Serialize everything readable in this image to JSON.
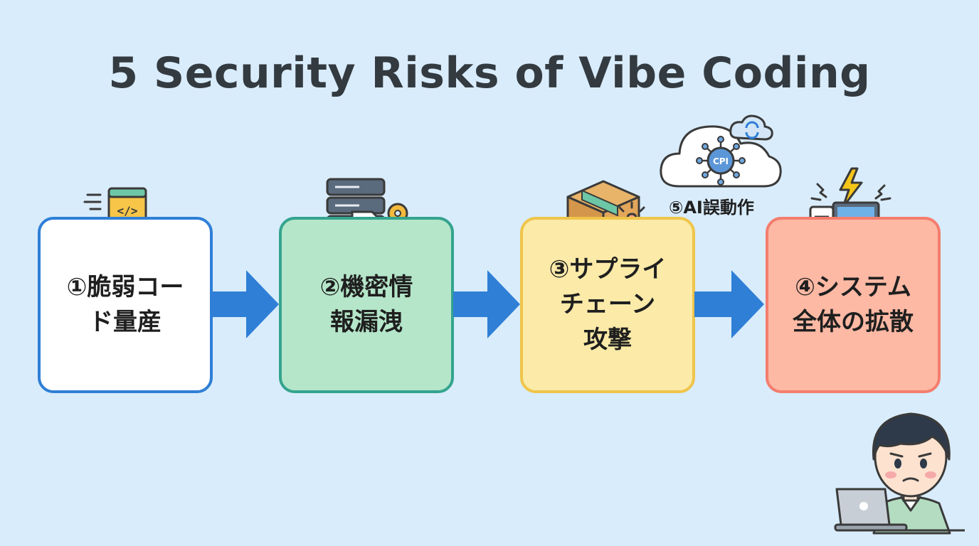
{
  "title": "5 Security Risks of Vibe Coding",
  "steps": [
    {
      "label": "①脆弱コー\nド量産",
      "icon": "code-conveyor-icon"
    },
    {
      "label": "②機密情\n報漏洩",
      "icon": "server-key-icon"
    },
    {
      "label": "③サプライ\nチェーン\n攻撃",
      "icon": "code-package-icon"
    },
    {
      "label": "④システム\n全体の拡散",
      "icon": "compromised-computer-icon"
    }
  ],
  "side_step": {
    "label": "⑤AI誤動作",
    "badge": "CPI",
    "icon": "cloud-ai-icon"
  },
  "colors": {
    "step1_border": "#2f7fd6",
    "step2_fill": "#b5e6c9",
    "step3_fill": "#fbeaa8",
    "step4_fill": "#fdb9a4",
    "arrow": "#2f7fd6"
  }
}
